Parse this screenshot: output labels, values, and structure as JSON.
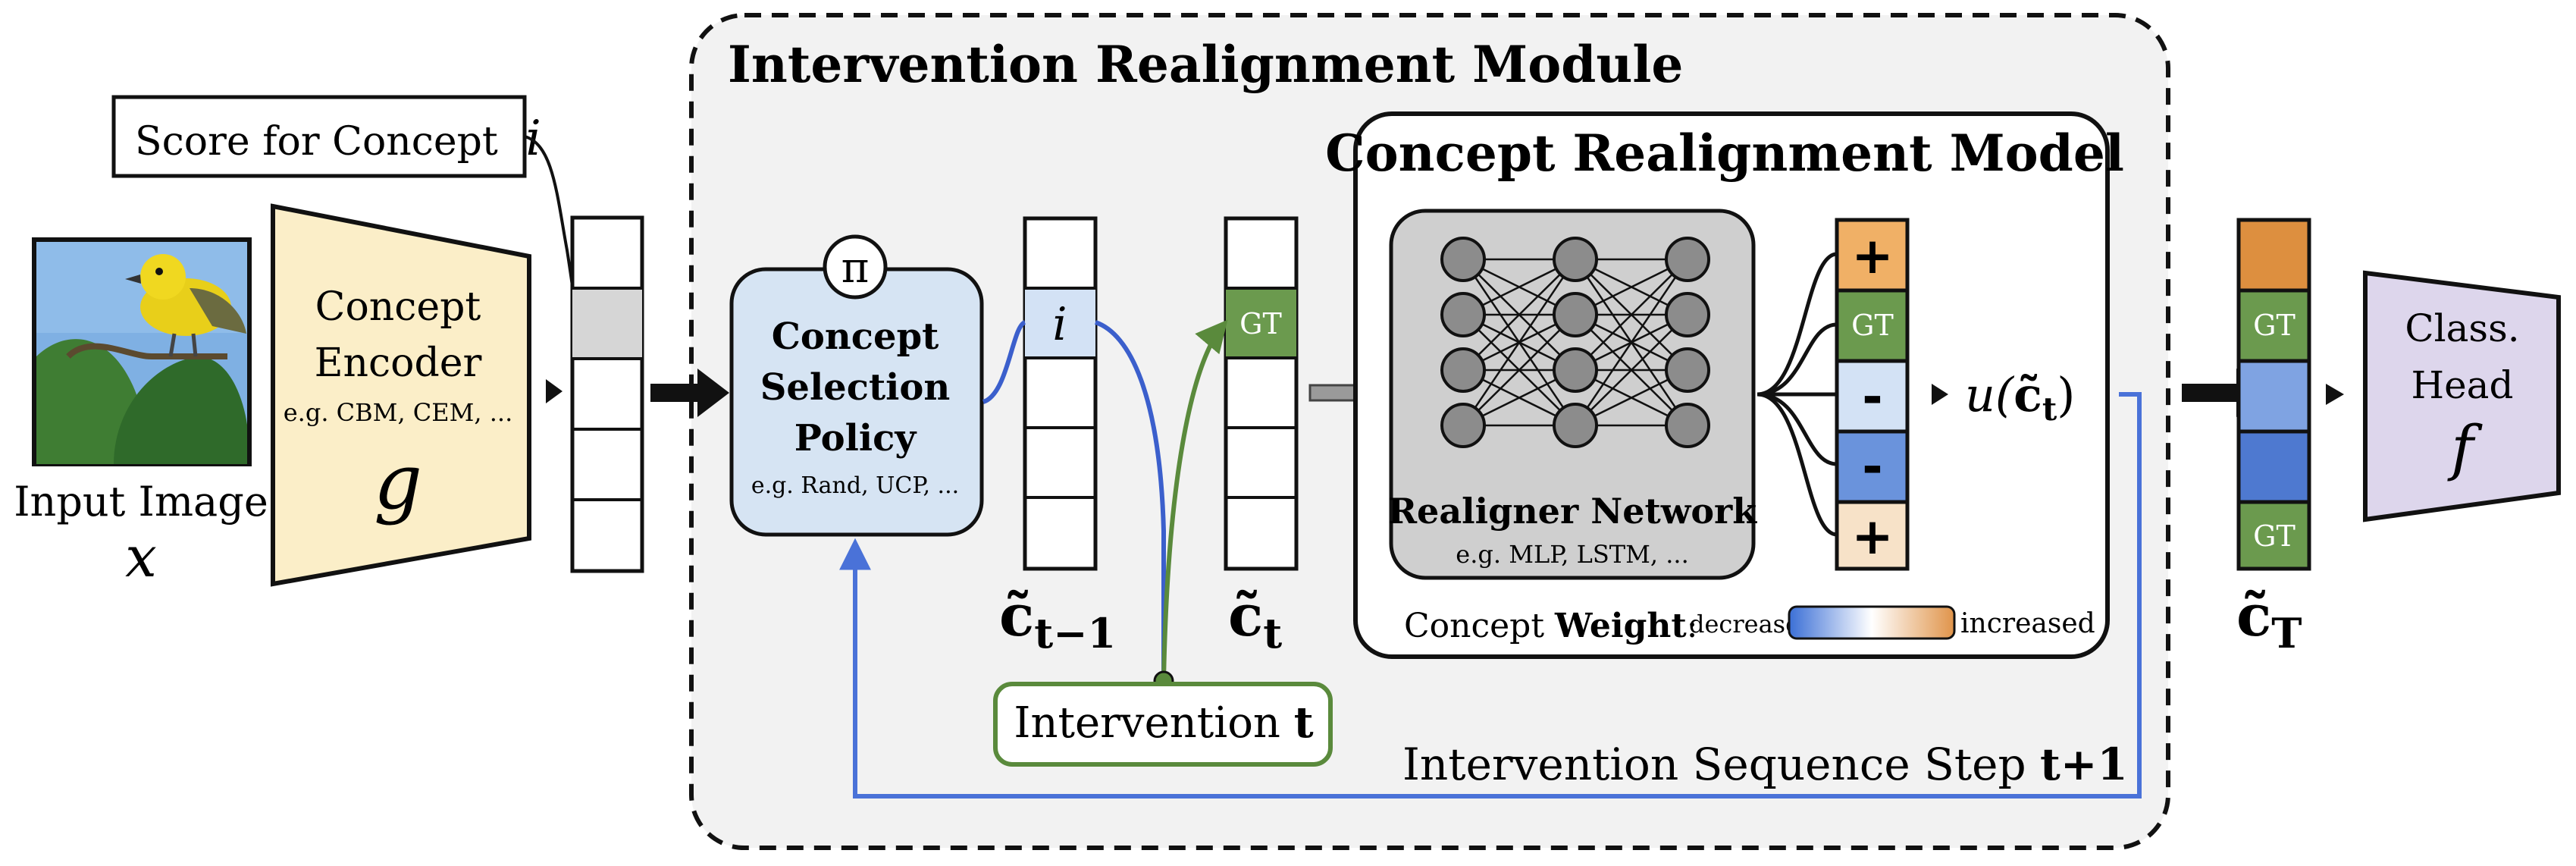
{
  "module": {
    "title": "Intervention Realignment Module"
  },
  "score_label": {
    "text": "Score for Concept",
    "var": "i"
  },
  "input": {
    "label": "Input Image",
    "var": "x"
  },
  "encoder": {
    "line1": "Concept",
    "line2": "Encoder",
    "examples": "e.g. CBM, CEM, ...",
    "var": "g"
  },
  "policy": {
    "line1": "Concept",
    "line2": "Selection",
    "line3": "Policy",
    "examples": "e.g. Rand, UCP, ...",
    "symbol": "π"
  },
  "c_prev": {
    "cell_label": "i",
    "sub": "t−1"
  },
  "c_curr": {
    "gt": "GT",
    "sub": "t"
  },
  "intervention": {
    "text": "Intervention",
    "var": "t"
  },
  "realign_model": {
    "title": "Concept Realignment Model",
    "network_label": "Realigner Network",
    "network_examples": "e.g. MLP, LSTM, ...",
    "weight_text": "Concept",
    "weight_bold": "Weight",
    "weight_colon": ":",
    "decreased": "decreased",
    "increased": "increased"
  },
  "update_cells": [
    "+",
    "GT",
    "-",
    "-",
    "+"
  ],
  "update_output": {
    "prefix": "u(",
    "suffix": ")",
    "sub": "t"
  },
  "sequence": {
    "text": "Intervention Sequence Step",
    "bold": "t+1"
  },
  "c_final": {
    "gt_top": "GT",
    "gt_bottom": "GT",
    "sub": "T"
  },
  "head": {
    "line1": "Class.",
    "line2": "Head",
    "var": "f"
  },
  "colors": {
    "encoder_fill": "#fbeec8",
    "policy_fill": "#d6e4f3",
    "module_fill": "#f2f2f2",
    "network_fill": "#cfcfcf",
    "green": "#6b9a4e",
    "blue_line": "#3b5fcc",
    "orange": "#e0944a",
    "light_orange": "#f7e2c8",
    "light_blue": "#d3e2f5",
    "mid_blue": "#4e79d0",
    "head_fill": "#ddd6ec"
  }
}
